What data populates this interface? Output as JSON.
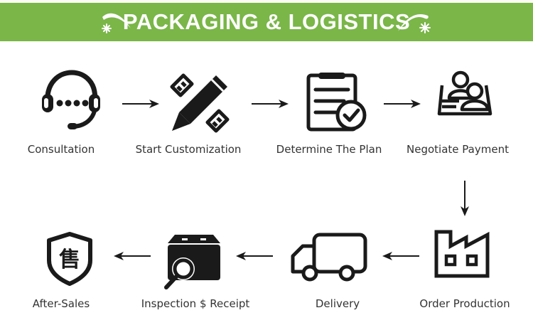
{
  "banner": {
    "title": "PACKAGING & LOGISTICS",
    "background_color": "#7ab648",
    "text_color": "#ffffff",
    "left_icon": "shooting-star-icon",
    "right_icon": "shooting-star-icon"
  },
  "flow": {
    "direction": "row1 left-to-right, down, row2 right-to-left",
    "steps": [
      {
        "order": 1,
        "label": "Consultation",
        "icon": "headset-chat-icon"
      },
      {
        "order": 2,
        "label": "Start Customization",
        "icon": "pencil-ruler-icon"
      },
      {
        "order": 3,
        "label": "Determine The Plan",
        "icon": "clipboard-check-icon"
      },
      {
        "order": 4,
        "label": "Negotiate Payment",
        "icon": "people-meeting-icon"
      },
      {
        "order": 5,
        "label": "Order Production",
        "icon": "factory-icon"
      },
      {
        "order": 6,
        "label": "Delivery",
        "icon": "truck-icon"
      },
      {
        "order": 7,
        "label": "Inspection $ Receipt",
        "icon": "box-inspection-icon"
      },
      {
        "order": 8,
        "label": "After-Sales",
        "icon": "after-sales-shield-icon"
      }
    ],
    "after_sales_glyph": "售",
    "arrows": [
      "right",
      "right",
      "right",
      "down",
      "left",
      "left",
      "left"
    ]
  }
}
